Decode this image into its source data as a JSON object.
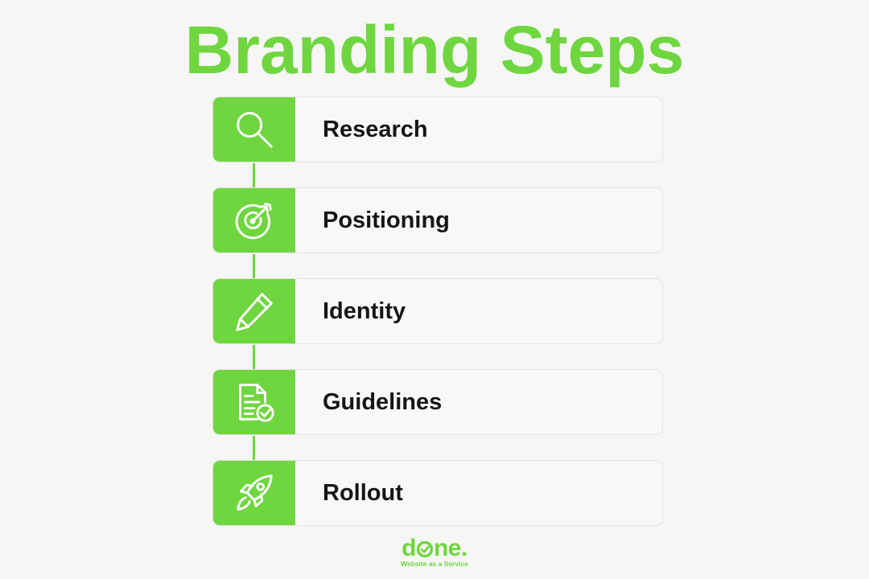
{
  "title": "Branding Steps",
  "steps": [
    {
      "label": "Research",
      "icon": "search-icon"
    },
    {
      "label": "Positioning",
      "icon": "target-icon"
    },
    {
      "label": "Identity",
      "icon": "pencil-icon"
    },
    {
      "label": "Guidelines",
      "icon": "document-check-icon"
    },
    {
      "label": "Rollout",
      "icon": "rocket-icon"
    }
  ],
  "logo": {
    "wordmark": "done.",
    "tagline": "Website as a Service"
  },
  "colors": {
    "accent": "#6fd63f",
    "background": "#f6f6f4",
    "card_border": "#e2e2e2",
    "text": "#151515"
  }
}
